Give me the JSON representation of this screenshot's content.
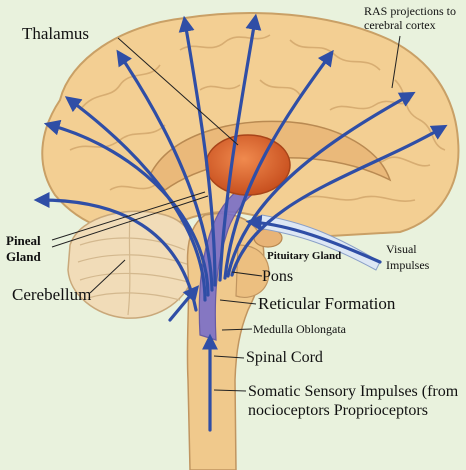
{
  "labels": {
    "thalamus": "Thalamus",
    "ras_projections": "RAS projections to cerebral cortex",
    "pineal_gland": "Pineal Gland",
    "cerebellum": "Cerebellum",
    "pituitary_gland": "Pituitary Gland",
    "visual_impulses": "Visual Impulses",
    "pons": "Pons",
    "reticular_formation": "Reticular Formation",
    "medulla_oblongata": "Medulla Oblongata",
    "spinal_cord": "Spinal Cord",
    "somatic_sensory": "Somatic Sensory Impulses (from nocioceptors Proprioceptors"
  },
  "colors": {
    "background": "#e9f2dd",
    "cerebrum": "#f3cf93",
    "thalamus": "#d9642c",
    "arrows": "#2f4ea6",
    "reticular_formation": "#7a6fc8"
  }
}
